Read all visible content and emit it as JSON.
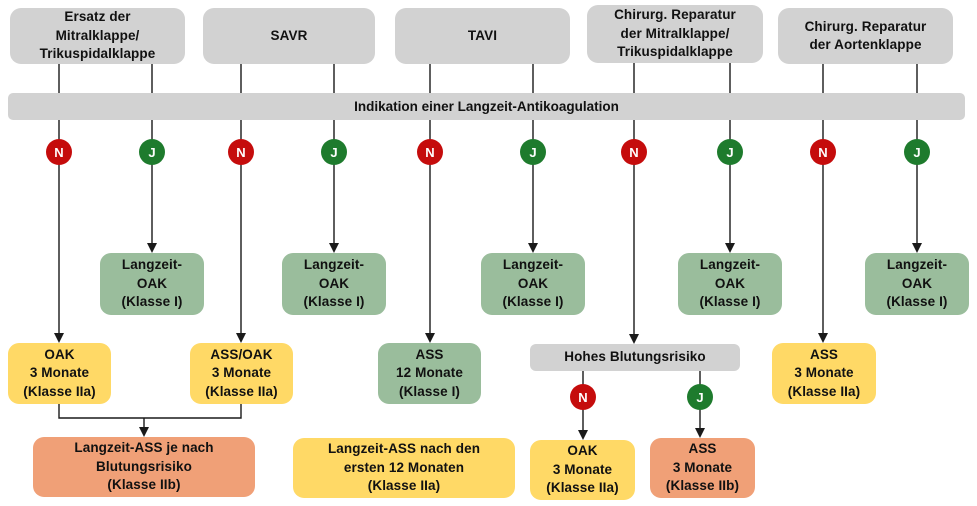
{
  "palette": {
    "node_gray": "#d2d2d2",
    "result_green": "#9abd9c",
    "result_yellow": "#ffd966",
    "result_orange": "#f0a077",
    "badge_no_red": "#c50c0c",
    "badge_yes_green": "#1e7b2d",
    "line_black": "#1a1a1a"
  },
  "badges": {
    "no": "N",
    "yes": "J"
  },
  "bar_label": "Indikation einer Langzeit-Antikoagulation",
  "nodes": {
    "top_ersatz": {
      "lines": [
        "Ersatz der",
        "Mitralklappe/",
        "Trikuspidalklappe"
      ]
    },
    "top_savr": {
      "lines": [
        "SAVR"
      ]
    },
    "top_tavi": {
      "lines": [
        "TAVI"
      ]
    },
    "top_chirurg_mitral": {
      "lines": [
        "Chirurg. Reparatur",
        "der Mitralklappe/",
        "Trikuspidalklappe"
      ]
    },
    "top_chirurg_aorta": {
      "lines": [
        "Chirurg. Reparatur",
        "der Aortenklappe"
      ]
    },
    "langzeit_oak": {
      "lines": [
        "Langzeit-",
        "OAK",
        "(Klasse I)"
      ]
    },
    "oak_3m": {
      "lines": [
        "OAK",
        "3 Monate",
        "(Klasse IIa)"
      ]
    },
    "ass_oak_3m": {
      "lines": [
        "ASS/OAK",
        "3 Monate",
        "(Klasse IIa)"
      ]
    },
    "ass_12m": {
      "lines": [
        "ASS",
        "12 Monate",
        "(Klasse I)"
      ]
    },
    "hohes_blutungsrisiko": {
      "lines": [
        "Hohes Blutungsrisiko"
      ]
    },
    "ass_3m_iia": {
      "lines": [
        "ASS",
        "3 Monate",
        "(Klasse IIa)"
      ]
    },
    "langzeit_ass_blutung": {
      "lines": [
        "Langzeit-ASS je nach",
        "Blutungsrisiko",
        "(Klasse IIb)"
      ]
    },
    "langzeit_ass_12m": {
      "lines": [
        "Langzeit-ASS nach den",
        "ersten 12 Monaten",
        "(Klasse IIa)"
      ]
    },
    "oak_3m_hbr": {
      "lines": [
        "OAK",
        "3 Monate",
        "(Klasse IIa)"
      ]
    },
    "ass_3m_iib": {
      "lines": [
        "ASS",
        "3 Monate",
        "(Klasse IIb)"
      ]
    }
  }
}
